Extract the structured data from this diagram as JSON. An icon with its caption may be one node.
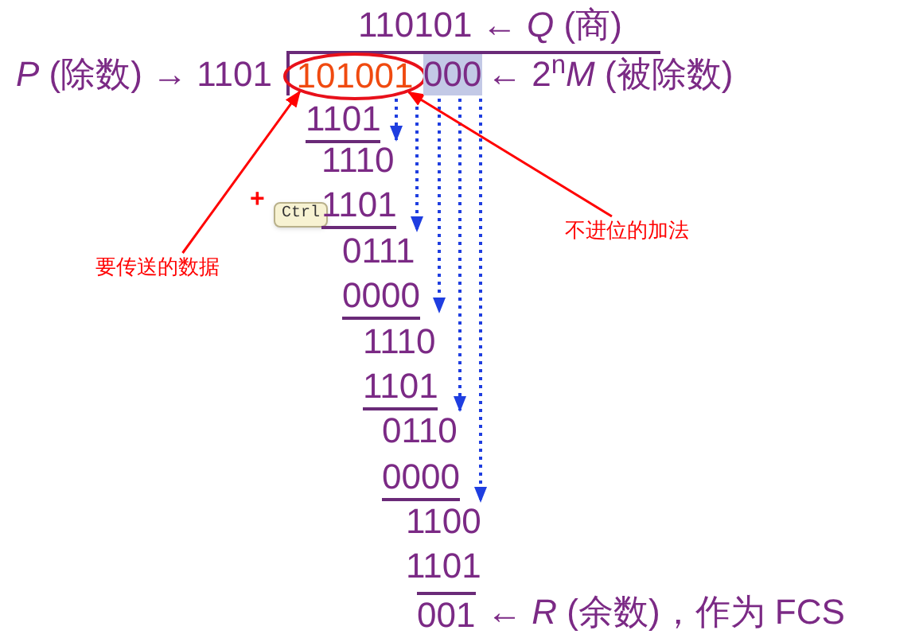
{
  "diagram": {
    "nodes": [
      {
        "text": [
          "101001"
        ]
      },
      {
        "text": [
          "不进位的加法"
        ]
      },
      {
        "text": [
          "要传送的数据"
        ]
      }
    ],
    "edges": [
      {
        "from": 2,
        "to": 0,
        "arrow": "to"
      },
      {
        "from": 1,
        "to": 0,
        "arrow": "to"
      }
    ],
    "labels": [
      "110101 ← *Q* (商)",
      "*P* (除数) → 1101",
      "000",
      "← 2$^{n}$*M* (被除数)",
      "1101",
      "1110",
      "+",
      "Ctrl",
      "1101",
      "0111",
      "0000",
      "1110",
      "1101",
      "0110",
      "0000",
      "1100",
      "1101",
      "001",
      "← *R* (余数)，作为 FCS"
    ]
  }
}
